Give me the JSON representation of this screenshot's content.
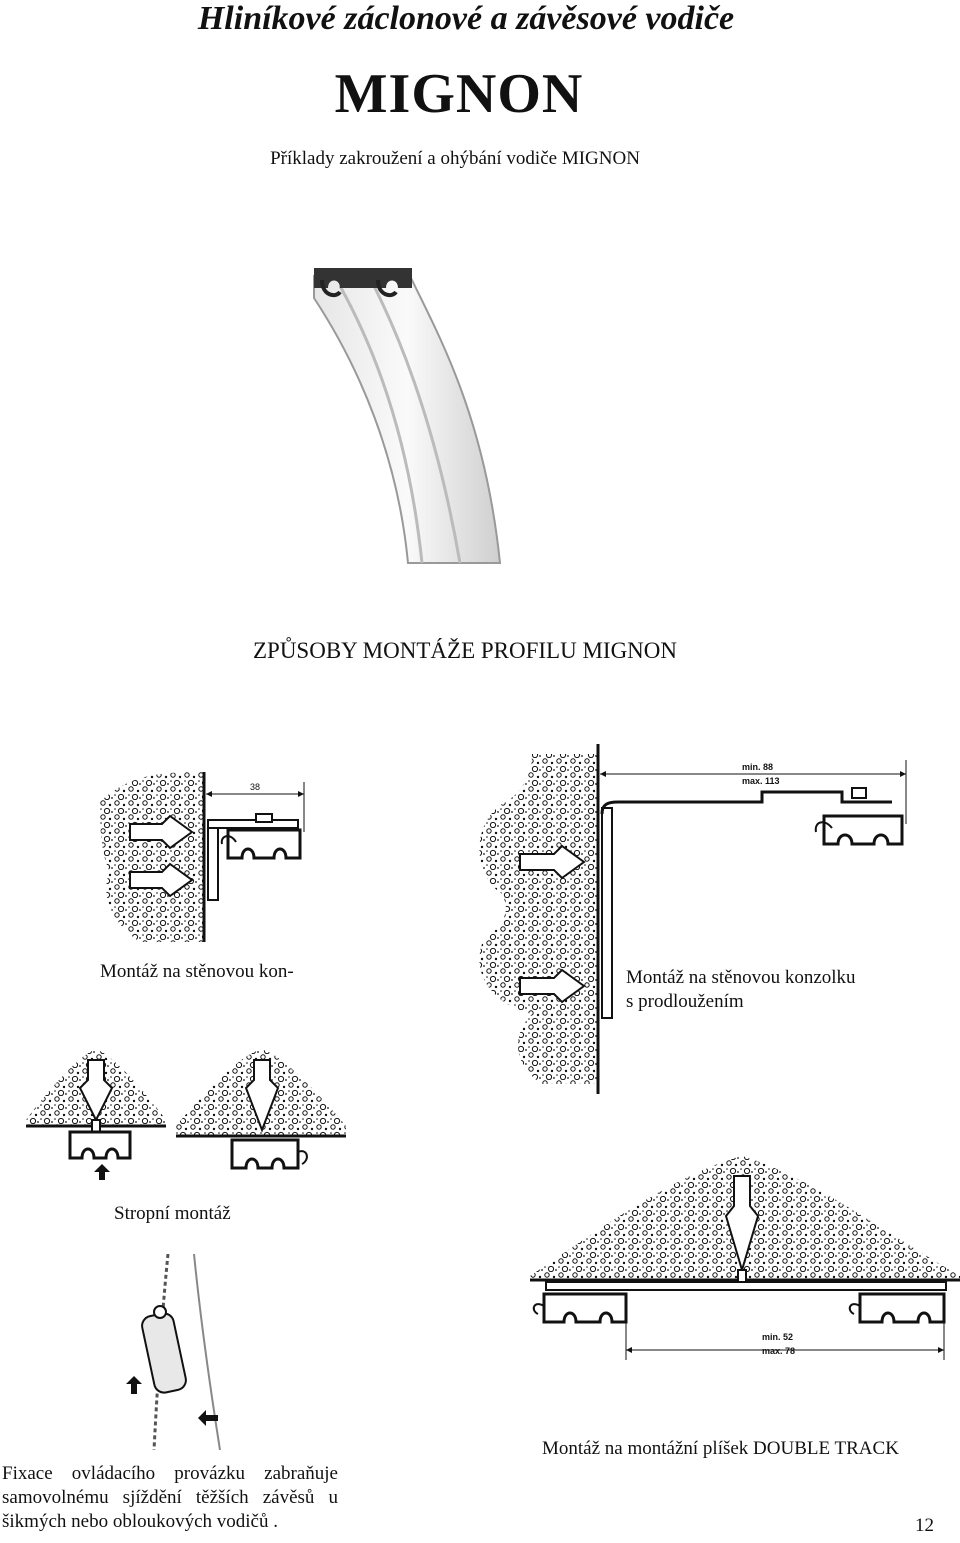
{
  "header": {
    "title": "Hliníkové záclonové a závěsové vodiče",
    "brand": "MIGNON",
    "subtitle": "Příklady zakroužení a ohýbání vodiče MIGNON"
  },
  "section": {
    "heading": "ZPŮSOBY MONTÁŽE PROFILU MIGNON"
  },
  "figures": {
    "wall": {
      "caption": "Montáž na stěnovou kon-",
      "dimension": "38"
    },
    "wall_extended": {
      "caption_line1": "Montáž  na stěnovou konzolku",
      "caption_line2": "s prodloužením",
      "dim_min": "min. 88",
      "dim_max": "max. 113"
    },
    "ceiling": {
      "caption": "Stropní montáž"
    },
    "cord": {
      "caption_line1": "Fixace   ovládacího   provázku   zabraňuje",
      "caption_line2": "samovolnému  sjíždění  těžších  závěsů  u",
      "caption_line3": "šikmých nebo obloukových vodičů ."
    },
    "double_track": {
      "caption": "Montáž na montážní plíšek DOUBLE TRACK",
      "dim_min": "min. 52",
      "dim_max": "max. 78"
    }
  },
  "footer": {
    "page_number": "12"
  }
}
